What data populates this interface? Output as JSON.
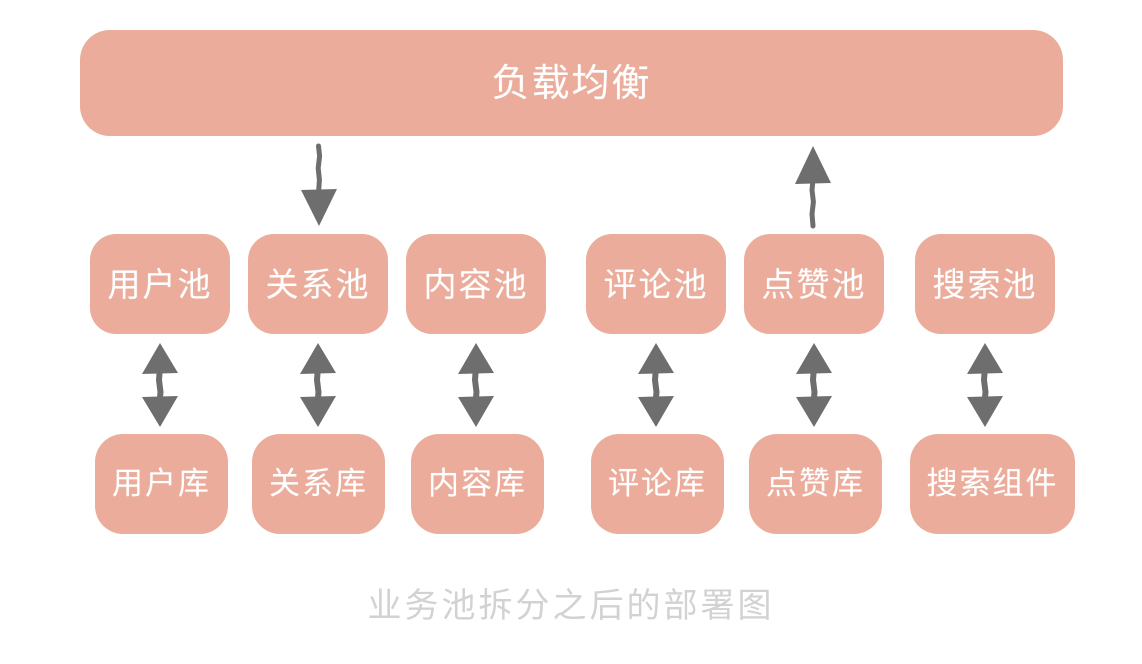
{
  "diagram": {
    "caption": "业务池拆分之后的部署图",
    "colors": {
      "node_fill": "#ebac9b",
      "node_text": "#ffffff",
      "arrow": "#6e6e6e",
      "caption_text": "#d2d2d2",
      "background": "#ffffff"
    },
    "load_balancer": {
      "label": "负载均衡"
    },
    "pool_row": {
      "items": [
        {
          "label": "用户池"
        },
        {
          "label": "关系池"
        },
        {
          "label": "内容池"
        },
        {
          "label": "评论池"
        },
        {
          "label": "点赞池"
        },
        {
          "label": "搜索池"
        }
      ]
    },
    "db_row": {
      "items": [
        {
          "label": "用户库"
        },
        {
          "label": "关系库"
        },
        {
          "label": "内容库"
        },
        {
          "label": "评论库"
        },
        {
          "label": "点赞库"
        },
        {
          "label": "搜索组件"
        }
      ]
    },
    "connectors": {
      "lb_to_pool_down": "downward-arrow",
      "pool_to_lb_up": "upward-arrow",
      "pool_to_db": "double-headed-vertical-arrow",
      "pool_to_db_count": 6
    }
  }
}
